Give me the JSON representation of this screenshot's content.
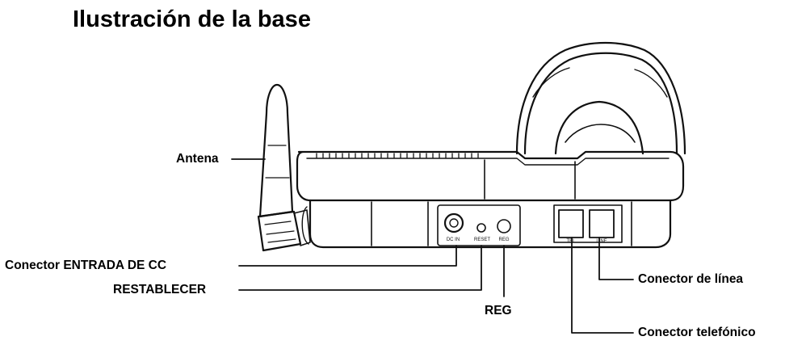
{
  "title": "Ilustración de la base",
  "labels": {
    "antenna": "Antena",
    "dc_in": "Conector ENTRADA DE CC",
    "reset": "RESTABLECER",
    "reg": "REG",
    "line_jack": "Conector de línea",
    "phone_jack": "Conector telefónico"
  },
  "panel_text": {
    "dc": "DC IN",
    "reset": "RESET",
    "reg": "REG",
    "tel": "TEL",
    "line": "LINE"
  }
}
